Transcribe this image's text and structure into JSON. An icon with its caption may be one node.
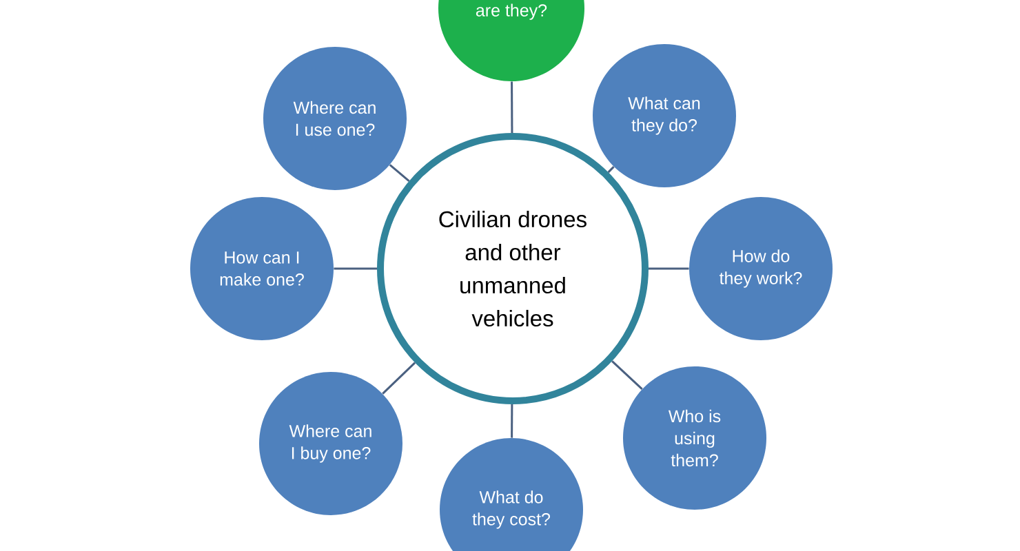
{
  "diagram": {
    "nodes": [
      {
        "text": [
          "are they?"
        ]
      },
      {
        "text": [
          "Where can I use one?"
        ]
      },
      {
        "text": [
          "What can they do?"
        ]
      },
      {
        "text": [
          "Civilian drones and other unmanned vehicles"
        ]
      },
      {
        "text": [
          "How can I make one?"
        ]
      },
      {
        "text": [
          "How do they work?"
        ]
      },
      {
        "text": [
          "Where can I buy one?"
        ]
      },
      {
        "text": [
          "Who is using them?"
        ]
      },
      {
        "text": [
          "What do they cost?"
        ]
      }
    ],
    "edges": [
      {
        "from": 3,
        "to": 0,
        "arrow": "none"
      },
      {
        "from": 3,
        "to": 1,
        "arrow": "none"
      },
      {
        "from": 3,
        "to": 2,
        "arrow": "none"
      },
      {
        "from": 3,
        "to": 4,
        "arrow": "none"
      },
      {
        "from": 3,
        "to": 5,
        "arrow": "none"
      },
      {
        "from": 3,
        "to": 6,
        "arrow": "none"
      },
      {
        "from": 3,
        "to": 7,
        "arrow": "none"
      },
      {
        "from": 3,
        "to": 8,
        "arrow": "none"
      }
    ]
  }
}
